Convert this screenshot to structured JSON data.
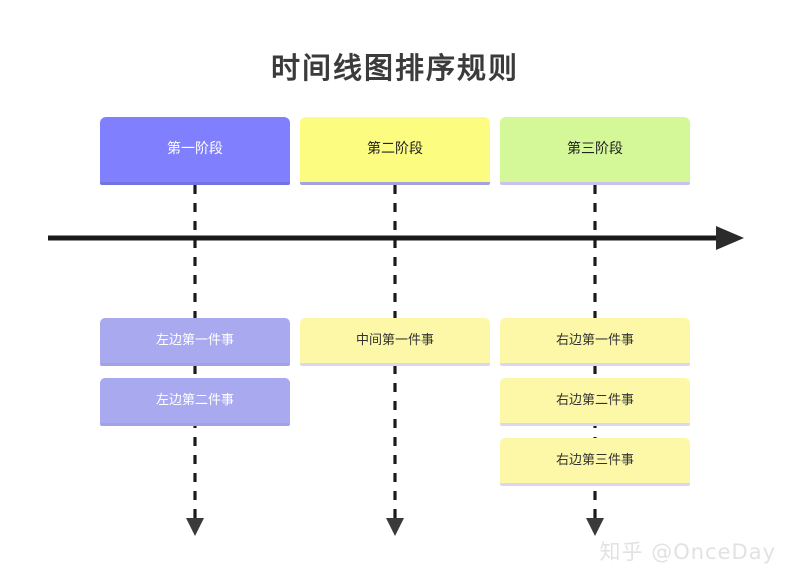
{
  "page": {
    "title": "时间线图排序规则",
    "background_color": "#ffffff"
  },
  "timeline": {
    "axis_name": "timeline-arrow",
    "axis_color": "#1a1a1a",
    "connector_style": "dashed",
    "connector_color": "#1a1a1a"
  },
  "phases": [
    {
      "label": "第一阶段",
      "color": "#8080ff",
      "text_color": "#ffffff",
      "border_color": "#7272e0"
    },
    {
      "label": "第二阶段",
      "color": "#fcfc80",
      "text_color": "#222222",
      "border_color": "#a3a3e0"
    },
    {
      "label": "第三阶段",
      "color": "#d4f798",
      "text_color": "#222222",
      "border_color": "#c9c2ec"
    }
  ],
  "columns": [
    {
      "name": "left-column",
      "items": [
        {
          "label": "左边第一件事",
          "color": "#a9a9f0",
          "text_color": "#ffffff"
        },
        {
          "label": "左边第二件事",
          "color": "#a9a9f0",
          "text_color": "#ffffff"
        }
      ]
    },
    {
      "name": "middle-column",
      "items": [
        {
          "label": "中间第一件事",
          "color": "#fcf8a8",
          "text_color": "#333333"
        }
      ]
    },
    {
      "name": "right-column",
      "items": [
        {
          "label": "右边第一件事",
          "color": "#fcf8a8",
          "text_color": "#333333"
        },
        {
          "label": "右边第二件事",
          "color": "#fcf8a8",
          "text_color": "#333333"
        },
        {
          "label": "右边第三件事",
          "color": "#fcf8a8",
          "text_color": "#333333"
        }
      ]
    }
  ],
  "watermark": {
    "text": "知乎 @OnceDay",
    "color": "#e2e2e2"
  }
}
